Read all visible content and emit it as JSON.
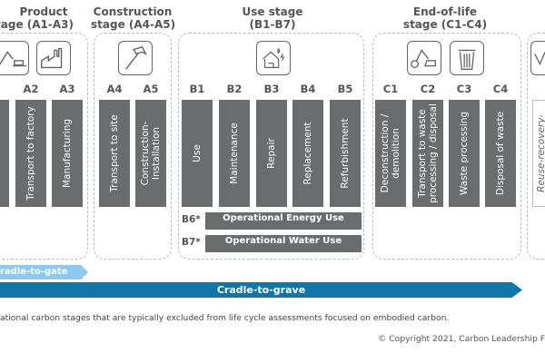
{
  "stages": {
    "product": {
      "title_line1": "Product",
      "title_line2": "tage (A1-A3)"
    },
    "construction": {
      "title_line1": "Construction",
      "title_line2": "stage (A4-A5)"
    },
    "use": {
      "title_line1": "Use stage",
      "title_line2": "(B1-B7)"
    },
    "end_of_life": {
      "title_line1": "End-of-life",
      "title_line2": "stage (C1-C4)"
    }
  },
  "modules": [
    {
      "code": "A2",
      "label": "Transport to factory"
    },
    {
      "code": "A3",
      "label": "Manufacturing"
    },
    {
      "code": "A4",
      "label": "Transport to site"
    },
    {
      "code": "A5",
      "label": "Construction-\nInstallation"
    },
    {
      "code": "B1",
      "label": "Use"
    },
    {
      "code": "B2",
      "label": "Maintenance"
    },
    {
      "code": "B3",
      "label": "Repair"
    },
    {
      "code": "B4",
      "label": "Replacement"
    },
    {
      "code": "B5",
      "label": "Refurbishment"
    },
    {
      "code": "C1",
      "label": "Deconstruction /\ndemolition"
    },
    {
      "code": "C2",
      "label": "Transport to waste\nprocessing / disposal"
    },
    {
      "code": "C3",
      "label": "Waste processing"
    },
    {
      "code": "C4",
      "label": "Disposal of waste"
    },
    {
      "code": "",
      "label": "Reuse-recovery-"
    }
  ],
  "operational": [
    {
      "code": "B6*",
      "label": "Operational Energy Use"
    },
    {
      "code": "B7*",
      "label": "Operational Water Use"
    }
  ],
  "scopes": {
    "gate": "radle-to-gate",
    "grave": "Cradle-to-grave"
  },
  "colors": {
    "bar": "#6b6c6e",
    "gate": "#8ec9ee",
    "grave": "#0f76aa"
  },
  "footnote": "ational carbon stages that are typically excluded from life cycle assessments focused on embodied carbon.",
  "copyright": "© Copyright 2021, Carbon Leadership F"
}
